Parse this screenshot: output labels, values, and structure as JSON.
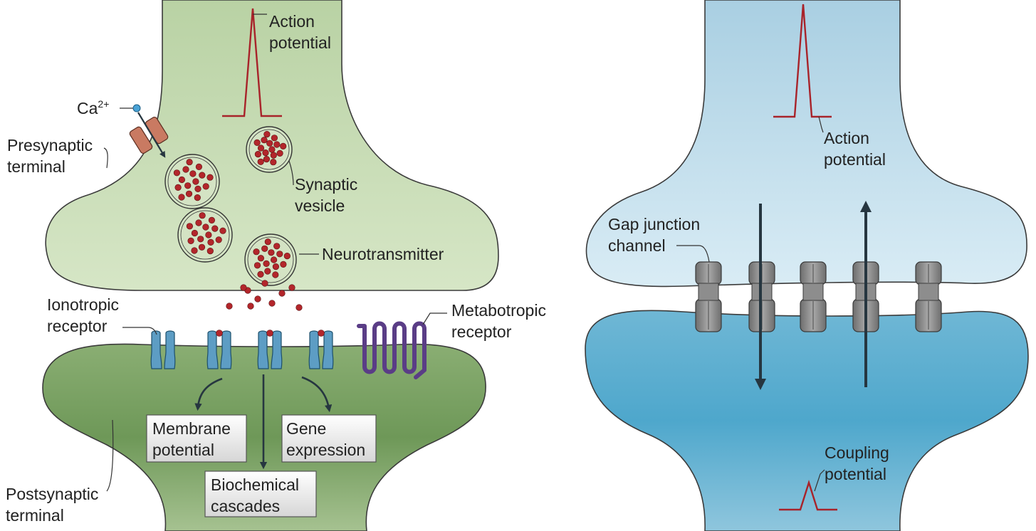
{
  "chemical_synapse": {
    "action_potential": [
      "Action",
      "potential"
    ],
    "calcium": {
      "base": "Ca",
      "charge": "2+"
    },
    "presynaptic_terminal": [
      "Presynaptic",
      "terminal"
    ],
    "synaptic_vesicle": [
      "Synaptic",
      "vesicle"
    ],
    "neurotransmitter": "Neurotransmitter",
    "ionotropic_receptor": [
      "Ionotropic",
      "receptor"
    ],
    "metabotropic_receptor": [
      "Metabotropic",
      "receptor"
    ],
    "membrane_potential": [
      "Membrane",
      "potential"
    ],
    "gene_expression": [
      "Gene",
      "expression"
    ],
    "biochemical_cascades": [
      "Biochemical",
      "cascades"
    ],
    "postsynaptic_terminal": [
      "Postsynaptic",
      "terminal"
    ]
  },
  "electrical_synapse": {
    "action_potential": [
      "Action",
      "potential"
    ],
    "gap_junction_channel": [
      "Gap junction",
      "channel"
    ],
    "coupling_potential": [
      "Coupling",
      "potential"
    ]
  },
  "colors": {
    "pre_green": "#c9dcb6",
    "post_green": "#6f9a5a",
    "vesicle_dot": "#b3262b",
    "spike": "#a8232a",
    "receptor": "#5d9dc4",
    "metabotropic": "#5a3d86",
    "channel": "#8f8f8f",
    "pre_blue": "#c4deeb",
    "post_blue": "#5aaed0",
    "arrow": "#263640"
  }
}
